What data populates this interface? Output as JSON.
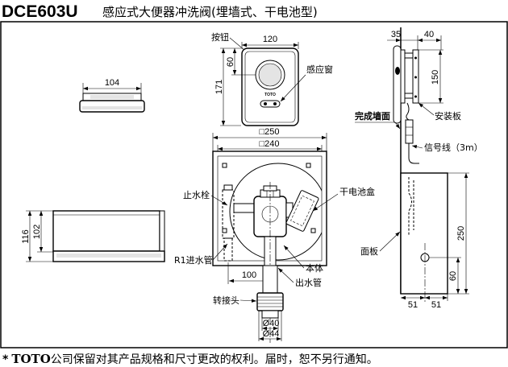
{
  "header": {
    "model": "DCE603U",
    "title": "感应式大便器冲洗阀(埋墙式、干电池型)"
  },
  "top_view": {
    "width_dim": "104"
  },
  "front_panel": {
    "button_label": "按钮",
    "width_dim": "120",
    "button_height_dim": "60",
    "height_dim": "171",
    "sensor_label": "感应窗",
    "logo": "TOTO"
  },
  "box_view": {
    "outer_dim": "□250",
    "inner_dim": "□240",
    "stop_valve_label": "止水栓",
    "battery_box_label": "干电池盒",
    "inlet_label": "R1进水管",
    "body_label": "本体",
    "outlet_label": "出水管",
    "offset_dim": "100",
    "adapter_label": "转接头",
    "dia_40": "Ø40",
    "dia_44": "Ø44"
  },
  "side_view": {
    "height_outer_dim": "116",
    "height_inner_dim": "102"
  },
  "section_view": {
    "depth_dim_a": "35",
    "depth_dim_b": "40",
    "plate_height_dim": "150",
    "mounting_plate_label": "安装板",
    "finished_wall_label": "完成墙面",
    "signal_cable_label": "信号线（3m）",
    "panel_height_dim": "250",
    "window_height_dim": "60",
    "panel_label": "面板",
    "half_width_left": "51",
    "half_width_right": "51"
  },
  "footer": {
    "mark": "*",
    "brand": "TOTO",
    "text": "公司保留对其产品规格和尺寸更改的权利。届时，恕不另行通知。"
  }
}
